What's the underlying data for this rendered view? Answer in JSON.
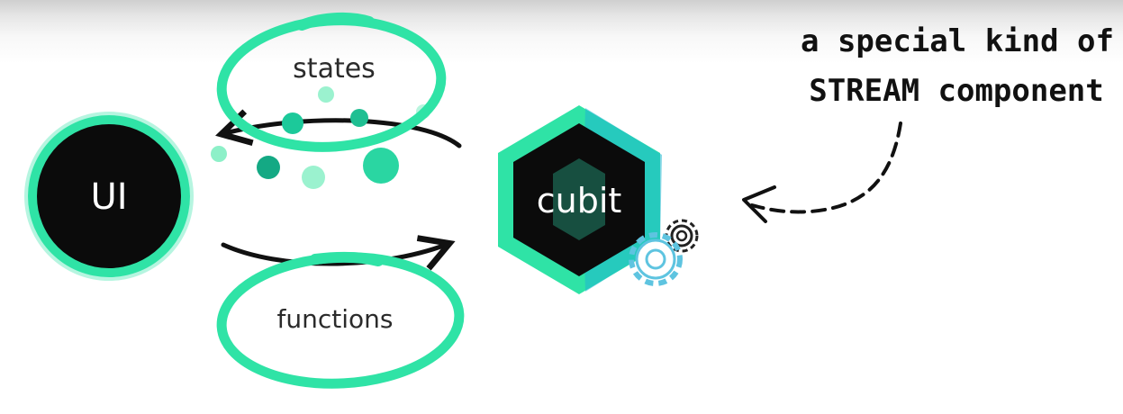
{
  "diagram": {
    "nodes": {
      "ui": {
        "label": "UI"
      },
      "cubit": {
        "label": "cubit"
      }
    },
    "edges": {
      "states": {
        "label": "states"
      },
      "functions": {
        "label": "functions"
      }
    },
    "annotation": {
      "line1": "a special kind of",
      "line2": "STREAM component"
    },
    "colors": {
      "accent": "#2fe3a6",
      "node_fill": "#0b0b0b",
      "hex_outer": "#1fd3c0",
      "gear": "#5ec4e0",
      "ink": "#111111"
    },
    "icons": [
      "gear-icon",
      "gear-small-icon",
      "dashed-arrow-icon"
    ]
  }
}
